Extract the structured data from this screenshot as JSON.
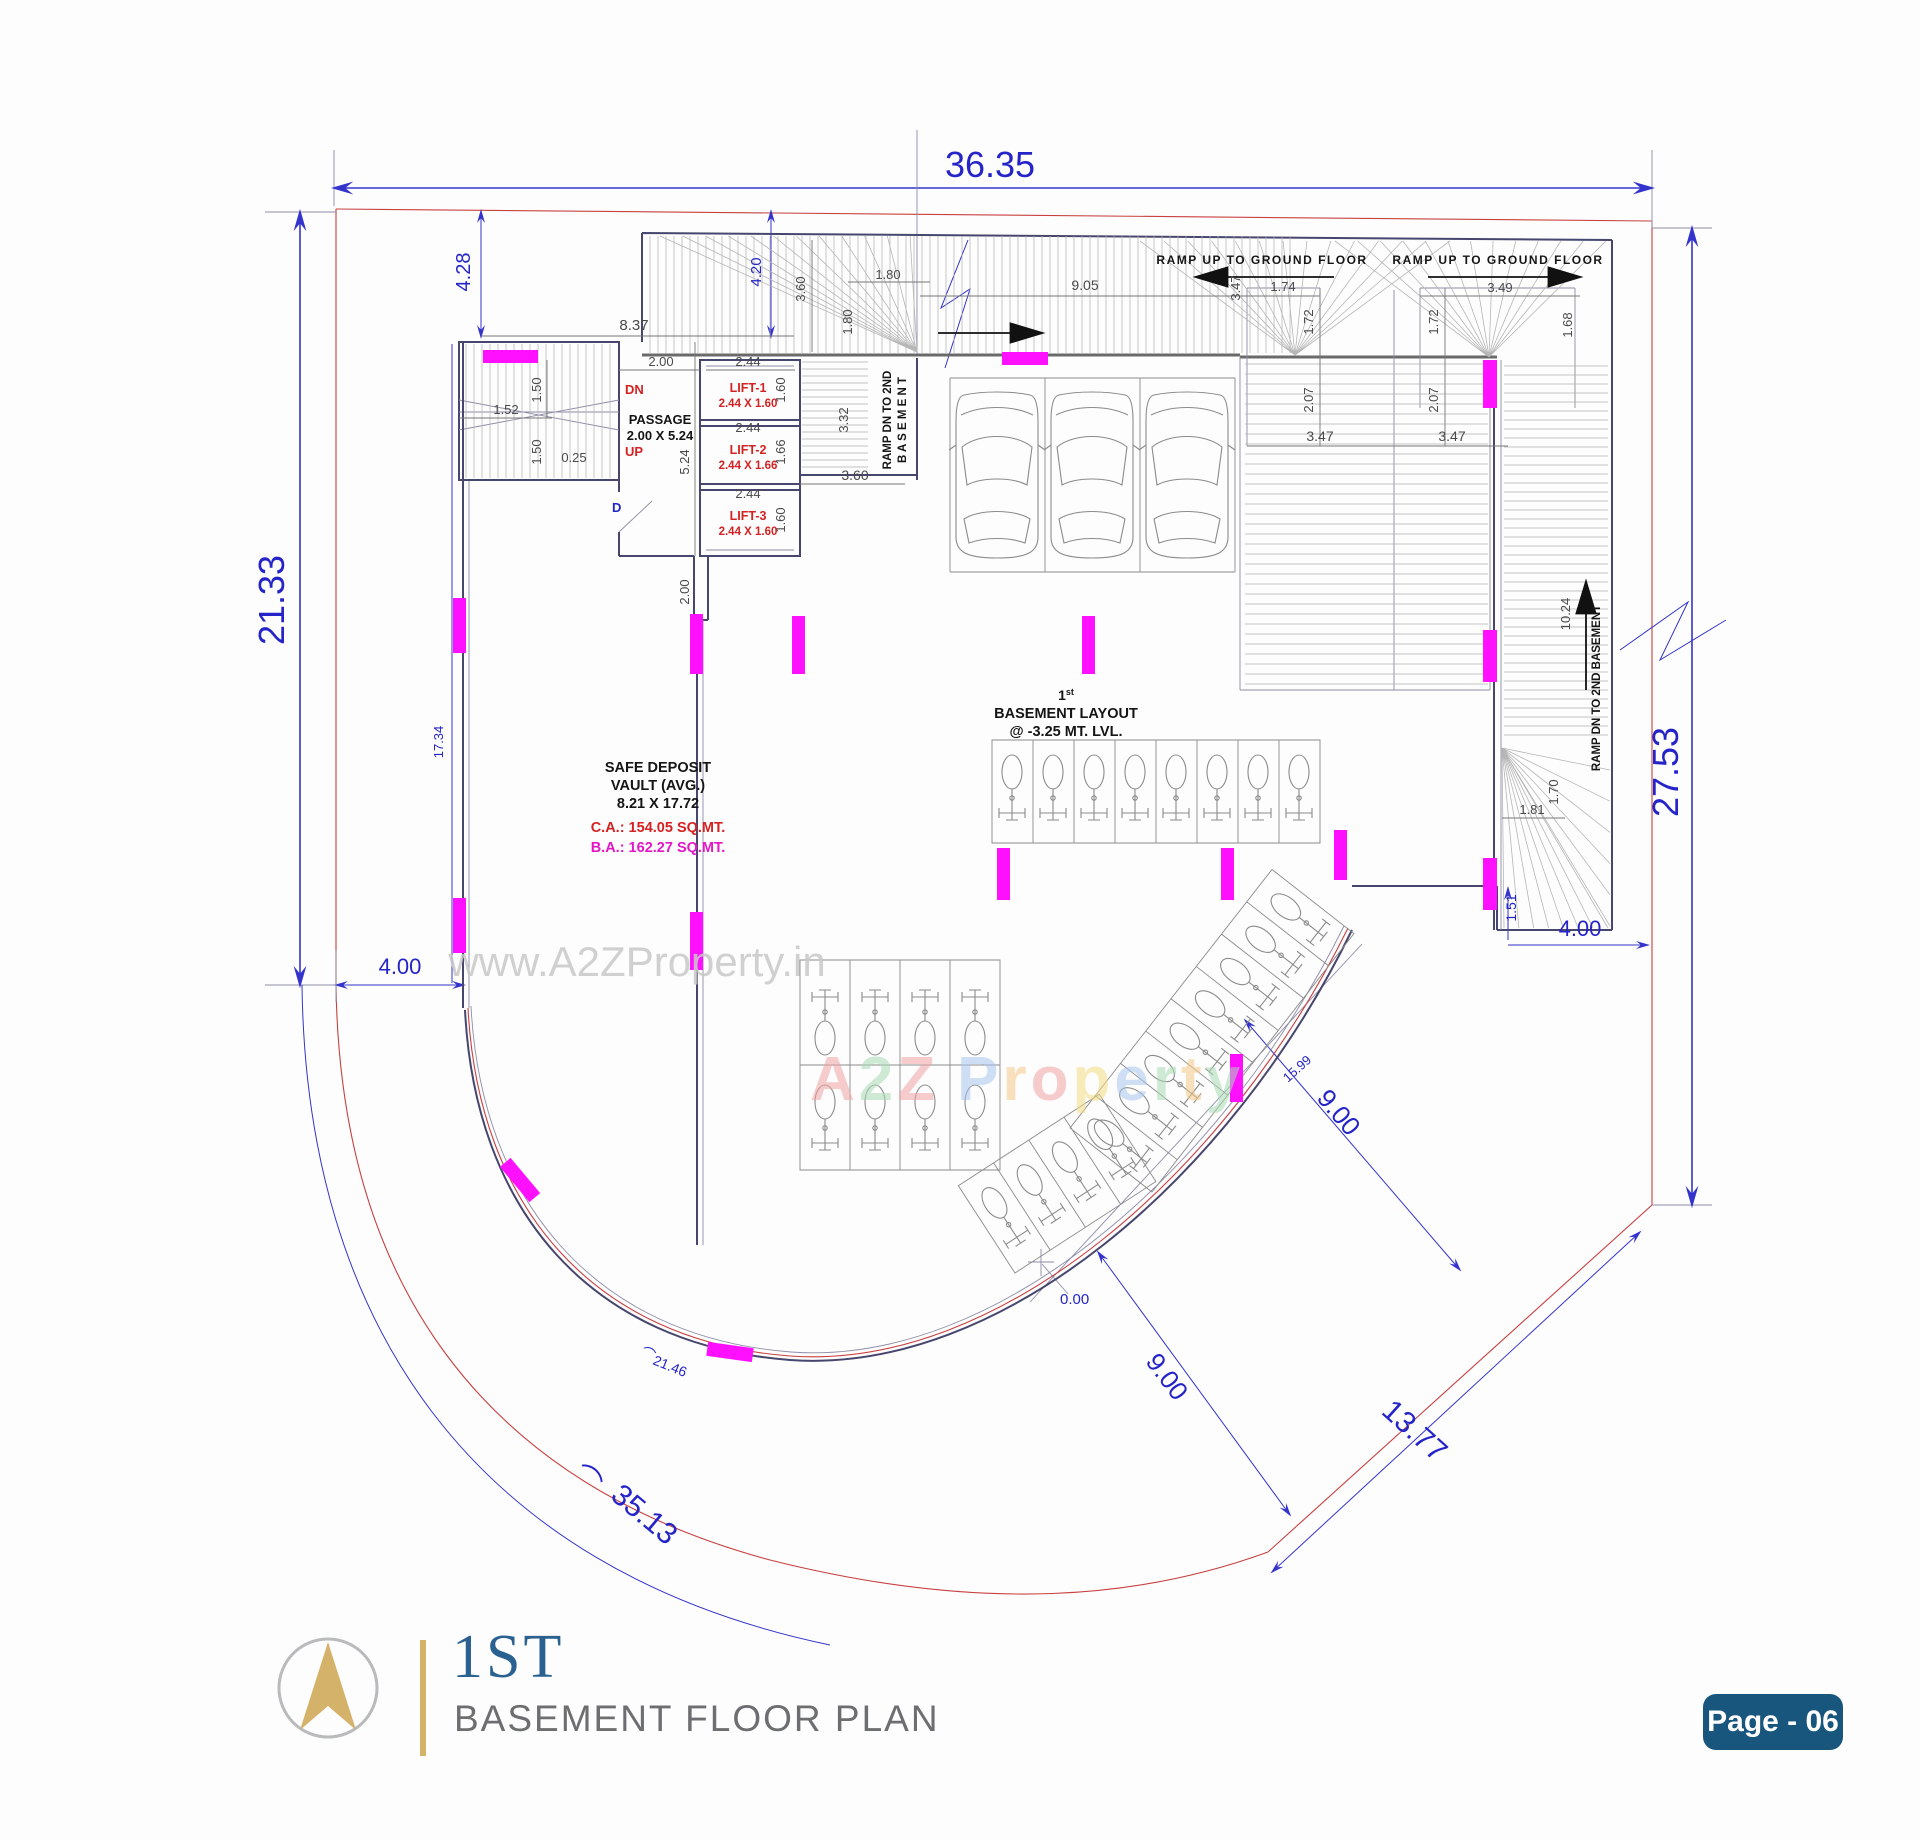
{
  "badge": {
    "label": "Page - 06"
  },
  "footer": {
    "title": "1ST",
    "subtitle": "BASEMENT FLOOR PLAN"
  },
  "watermark": {
    "url": "www.A2ZProperty.in",
    "brand": [
      {
        "ch": "A",
        "c": "#f0a4a4"
      },
      {
        "ch": "2",
        "c": "#a9dcb6"
      },
      {
        "ch": "Z",
        "c": "#f0a4a4"
      },
      {
        "ch": "P",
        "c": "#a8c6ee"
      },
      {
        "ch": "r",
        "c": "#f5c98a"
      },
      {
        "ch": "o",
        "c": "#f0a4a4"
      },
      {
        "ch": "p",
        "c": "#f3dd85"
      },
      {
        "ch": "e",
        "c": "#a8c6ee"
      },
      {
        "ch": "r",
        "c": "#a9dcb6"
      },
      {
        "ch": "t",
        "c": "#f5c98a"
      },
      {
        "ch": "y",
        "c": "#a9dcb6"
      }
    ]
  },
  "labels": {
    "ramp_up": "RAMP UP TO GROUND FLOOR",
    "ramp_dn_l1": "RAMP DN TO 2ND",
    "ramp_dn_l2": "B A S E M E N T",
    "ramp_dn_full": "RAMP DN TO 2ND BASEMENT",
    "passage1": "PASSAGE",
    "passage2": "2.00 X 5.24",
    "dn": "DN",
    "up": "UP",
    "door": "D",
    "lift1": "LIFT-1",
    "lift1_size": "2.44 X 1.60",
    "lift2": "LIFT-2",
    "lift2_size": "2.44 X 1.66",
    "lift3": "LIFT-3",
    "lift3_size": "2.44 X 1.60",
    "vault1": "SAFE DEPOSIT",
    "vault2": "VAULT (AVG.)",
    "vault3": "8.21 X 17.72",
    "vault_ca": "C.A.: 154.05 SQ.MT.",
    "vault_ba": "B.A.: 162.27 SQ.MT.",
    "title_num": "1",
    "title_sup": "st",
    "title_l2": "BASEMENT LAYOUT",
    "title_l3": "@ -3.25 MT. LVL.",
    "arc_sym": "⌒"
  },
  "dims": {
    "d3635": "36.35",
    "d2133": "21.33",
    "d2753": "27.53",
    "d3513": "35.13",
    "d1377": "13.77",
    "d428": "4.28",
    "d420": "4.20",
    "d400": "4.00",
    "d900": "9.00",
    "d2146": "21.46",
    "d1734": "17.34",
    "d151": "1.51",
    "d1599": "15.99",
    "d000": "0.00",
    "d837": "8.37",
    "d152": "1.52",
    "d150": "1.50",
    "d025": "0.25",
    "d200": "2.00",
    "d244": "2.44",
    "d160": "1.60",
    "d166": "1.66",
    "d524": "5.24",
    "d332": "3.32",
    "d360": "3.60",
    "d180": "1.80",
    "d905": "9.05",
    "d347": "3.47",
    "d174": "1.74",
    "d349": "3.49",
    "d172": "1.72",
    "d168": "1.68",
    "d207": "2.07",
    "d1024": "10.24",
    "d170": "1.70",
    "d181": "1.81"
  }
}
